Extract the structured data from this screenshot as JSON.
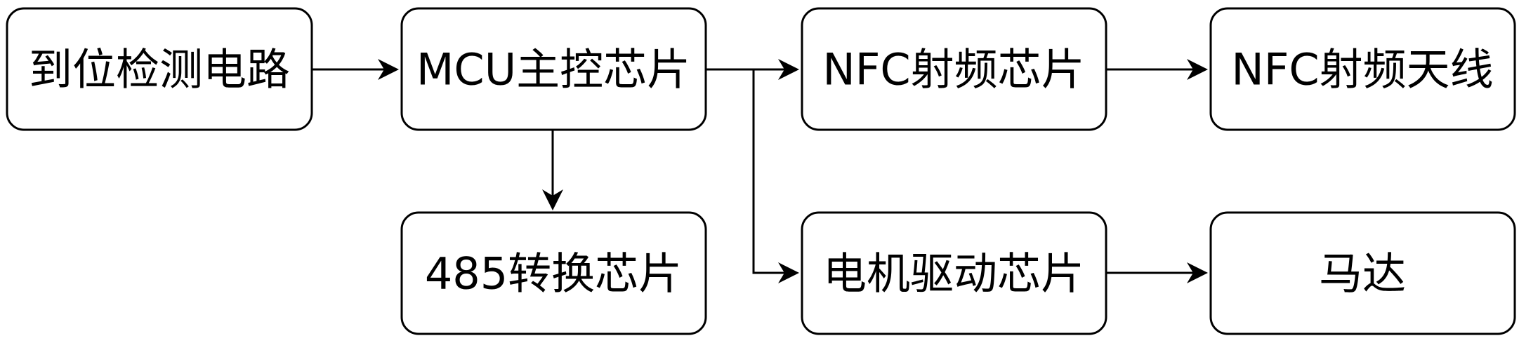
{
  "diagram": {
    "nodes": {
      "detect": "到位检测电路",
      "mcu": "MCU主控芯片",
      "nfc_chip": "NFC射频芯片",
      "nfc_antenna": "NFC射频天线",
      "rs485": "485转换芯片",
      "motor_driver": "电机驱动芯片",
      "motor": "马达"
    }
  }
}
